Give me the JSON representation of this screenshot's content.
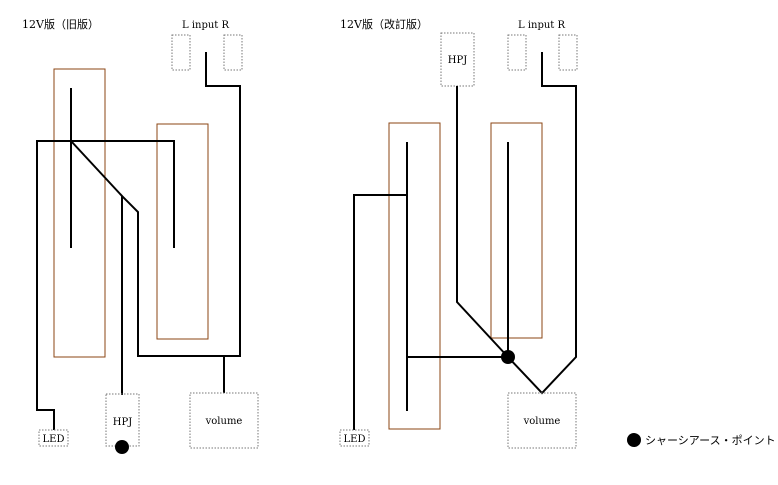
{
  "left": {
    "title": "12V版（旧版）",
    "jack_label": "L input R",
    "hpj_label": "HPJ",
    "volume_label": "volume",
    "led_label": "LED"
  },
  "right": {
    "title": "12V版（改訂版）",
    "jack_label": "L input R",
    "hpj_label": "HPJ",
    "volume_label": "volume",
    "led_label": "LED"
  },
  "legend": {
    "label": "シャーシアース・ポイント"
  }
}
